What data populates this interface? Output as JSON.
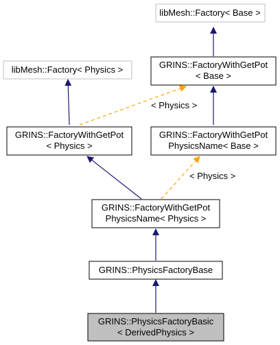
{
  "nodes": {
    "libmesh_factory_base": {
      "lines": [
        "libMesh::Factory< Base >"
      ]
    },
    "grins_factory_with_getpot_base": {
      "lines": [
        "GRINS::FactoryWithGetPot",
        "< Base >"
      ]
    },
    "libmesh_factory_physics": {
      "lines": [
        "libMesh::Factory< Physics >"
      ]
    },
    "grins_factory_with_getpot_physics": {
      "lines": [
        "GRINS::FactoryWithGetPot",
        "< Physics >"
      ]
    },
    "grins_factory_with_getpot_physicsname_base": {
      "lines": [
        "GRINS::FactoryWithGetPot",
        "PhysicsName< Base >"
      ]
    },
    "grins_factory_with_getpot_physicsname_physics": {
      "lines": [
        "GRINS::FactoryWithGetPot",
        "PhysicsName< Physics >"
      ]
    },
    "grins_physics_factory_base": {
      "lines": [
        "GRINS::PhysicsFactoryBase"
      ]
    },
    "grins_physics_factory_basic": {
      "lines": [
        "GRINS::PhysicsFactoryBasic",
        "< DerivedPhysics >"
      ]
    }
  },
  "edge_labels": {
    "physics_to_factory_with_getpot_base": "< Physics >",
    "physics_to_physicsname_base": "< Physics >"
  },
  "colors": {
    "inheritance": "#191970",
    "template_instance": "#ffa500",
    "external_node_border": "#bfbfbf",
    "node_border": "#000000",
    "highlight_fill": "#bfbfbf"
  }
}
